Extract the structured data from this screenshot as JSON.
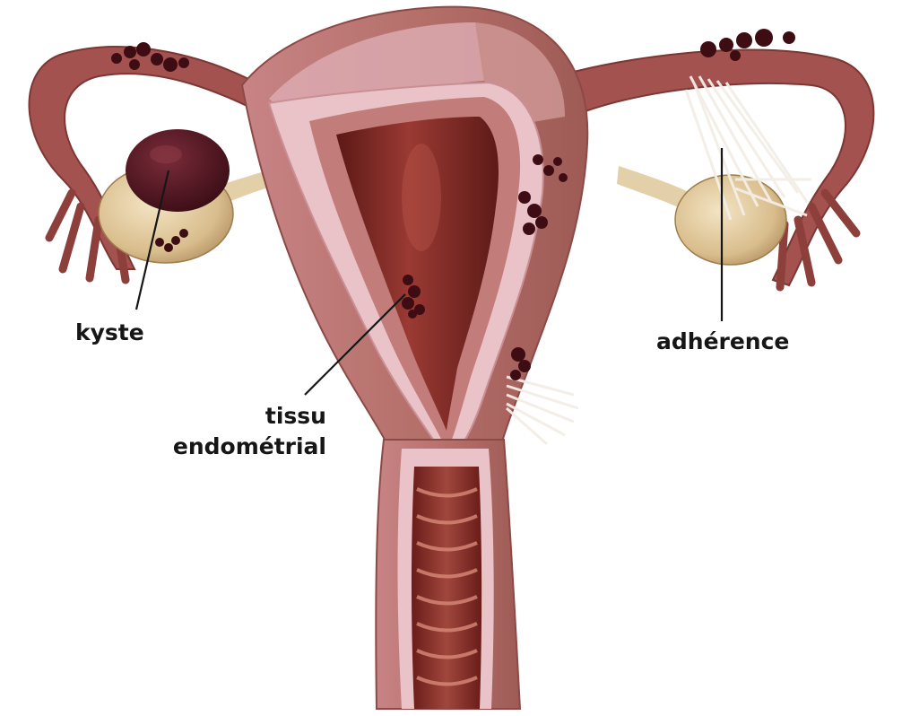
{
  "labels": {
    "kyste": "kyste",
    "tissu_line1": "tissu",
    "tissu_line2": "endométrial",
    "adherence": "adhérence"
  },
  "colors": {
    "uterus_wall": "#b5706a",
    "uterus_wall_light": "#dcaab0",
    "uterus_wall_pale": "#e9c3c7",
    "cavity": "#7a2723",
    "tube": "#a4524f",
    "ovary": "#dfc79c",
    "cyst": "#4e1720",
    "lesion": "#3e0d13",
    "adhesion": "#f3eee6",
    "leader_line": "#161616"
  }
}
